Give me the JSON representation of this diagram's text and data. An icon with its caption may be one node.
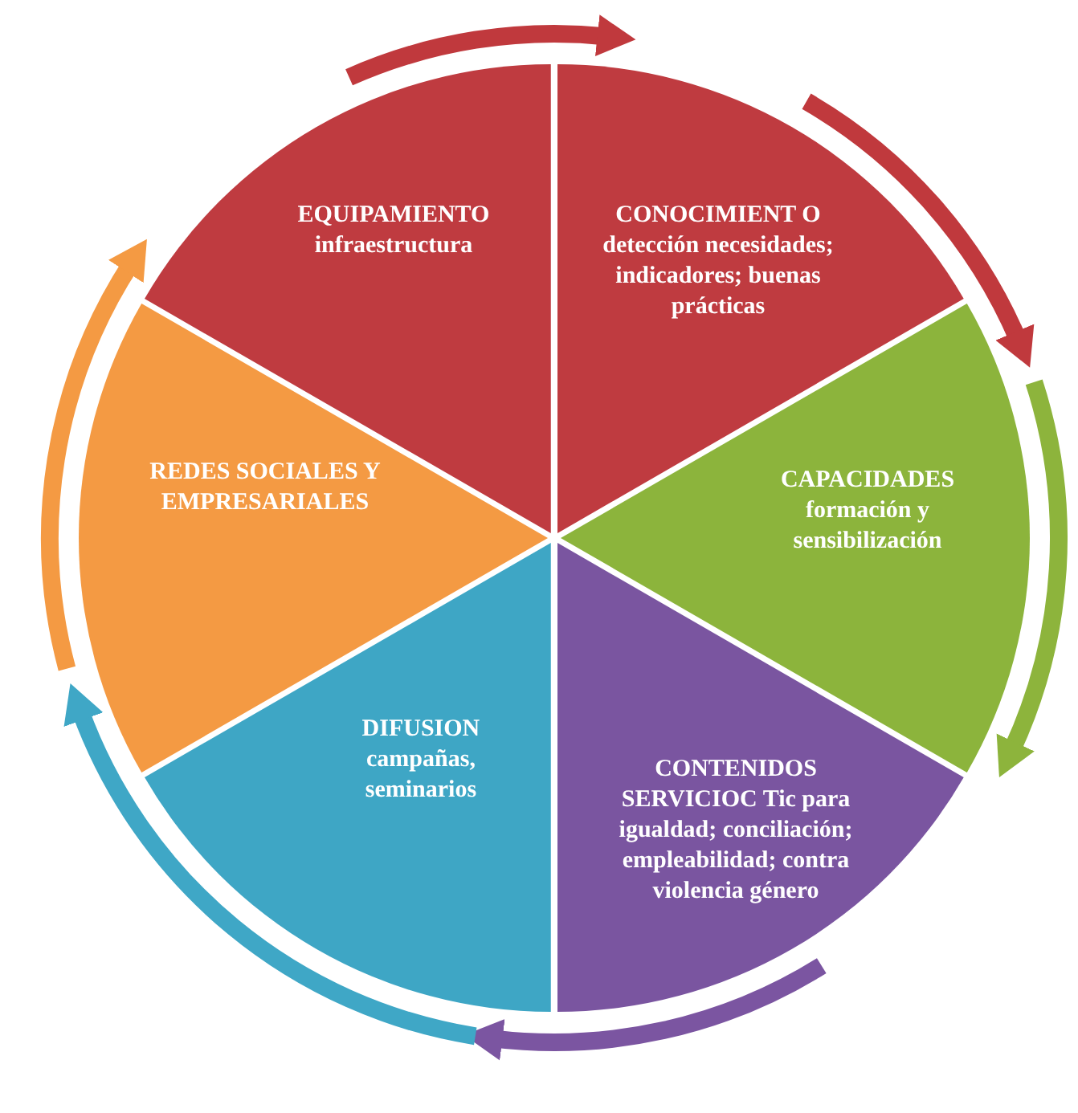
{
  "diagram": {
    "nodes": [
      {
        "text": [
          "EQUIPAMIENTO infraestructura"
        ]
      },
      {
        "text": [
          "CONOCIMIENT O detección necesidades; indicadores; buenas prácticas"
        ]
      },
      {
        "text": [
          "CAPACIDADES formación y sensibilización"
        ]
      },
      {
        "text": [
          "CONTENIDOS SERVICIOC Tic para igualdad; conciliación; empleabilidad; contra violencia género"
        ]
      },
      {
        "text": [
          "DIFUSION campañas, seminarios"
        ]
      },
      {
        "text": [
          "REDES SOCIALES Y EMPRESARIALES"
        ]
      }
    ]
  }
}
